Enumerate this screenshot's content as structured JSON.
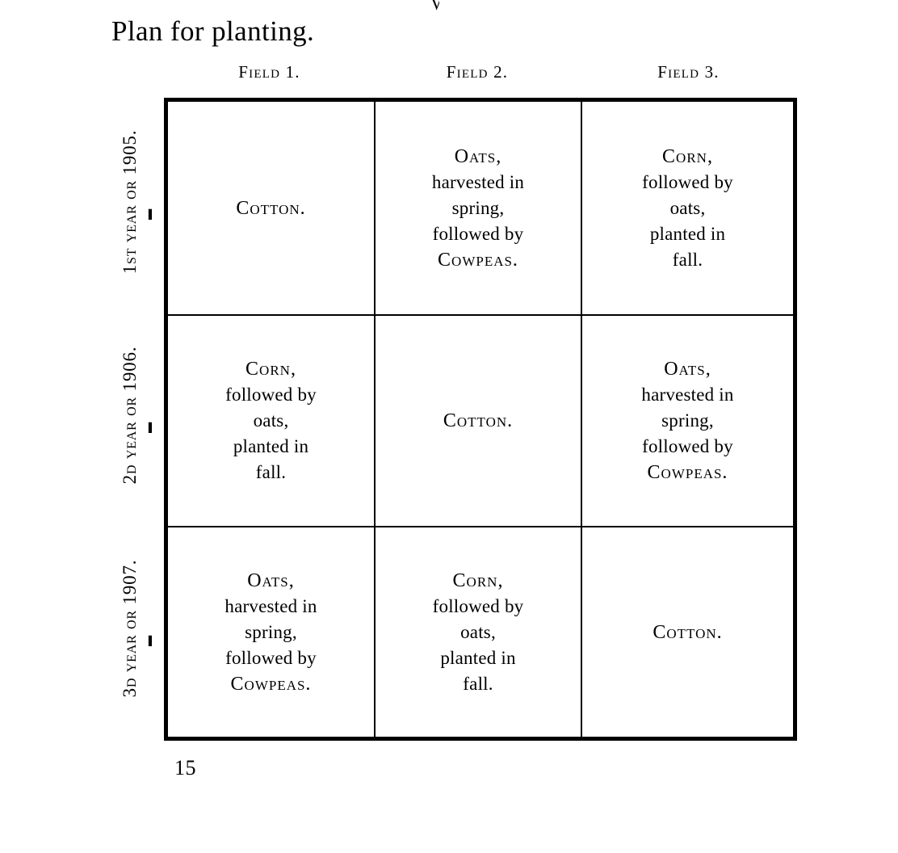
{
  "title": "Plan for planting.",
  "folio": "15",
  "scan_artifact": "y",
  "columns": [
    {
      "label": "Field 1."
    },
    {
      "label": "Field 2."
    },
    {
      "label": "Field 3."
    }
  ],
  "rows": [
    {
      "label": "1st year or 1905.",
      "brace": "{"
    },
    {
      "label": "2d year or 1906.",
      "brace": "{"
    },
    {
      "label": "3d year or 1907.",
      "brace": "{"
    }
  ],
  "cells": {
    "r1c1": {
      "lines": [
        {
          "text": "Cotton.",
          "style": "crop"
        }
      ]
    },
    "r1c2": {
      "lines": [
        {
          "text": "Oats,",
          "style": "crop"
        },
        {
          "text": "harvested  in",
          "style": "desc"
        },
        {
          "text": "spring,",
          "style": "desc"
        },
        {
          "text": "followed by",
          "style": "desc"
        },
        {
          "text": "Cowpeas.",
          "style": "crop"
        }
      ]
    },
    "r1c3": {
      "lines": [
        {
          "text": "Corn,",
          "style": "crop"
        },
        {
          "text": "followed by",
          "style": "desc"
        },
        {
          "text": "oats,",
          "style": "desc"
        },
        {
          "text": "planted in",
          "style": "desc"
        },
        {
          "text": "fall.",
          "style": "desc"
        }
      ]
    },
    "r2c1": {
      "lines": [
        {
          "text": "Corn,",
          "style": "crop"
        },
        {
          "text": "followed by",
          "style": "desc"
        },
        {
          "text": "oats,",
          "style": "desc"
        },
        {
          "text": "planted in",
          "style": "desc"
        },
        {
          "text": "fall.",
          "style": "desc"
        }
      ]
    },
    "r2c2": {
      "lines": [
        {
          "text": "Cotton.",
          "style": "crop"
        }
      ]
    },
    "r2c3": {
      "lines": [
        {
          "text": "Oats,",
          "style": "crop"
        },
        {
          "text": "harvested  in",
          "style": "desc"
        },
        {
          "text": "spring,",
          "style": "desc"
        },
        {
          "text": "followed by",
          "style": "desc"
        },
        {
          "text": "Cowpeas.",
          "style": "crop"
        }
      ]
    },
    "r3c1": {
      "lines": [
        {
          "text": "Oats,",
          "style": "crop"
        },
        {
          "text": "harvested  in",
          "style": "desc"
        },
        {
          "text": "spring,",
          "style": "desc"
        },
        {
          "text": "followed by",
          "style": "desc"
        },
        {
          "text": "Cowpeas.",
          "style": "crop"
        }
      ]
    },
    "r3c2": {
      "lines": [
        {
          "text": "Corn,",
          "style": "crop"
        },
        {
          "text": "followed by",
          "style": "desc"
        },
        {
          "text": "oats,",
          "style": "desc"
        },
        {
          "text": "planted in",
          "style": "desc"
        },
        {
          "text": "fall.",
          "style": "desc"
        }
      ]
    },
    "r3c3": {
      "lines": [
        {
          "text": "Cotton.",
          "style": "crop"
        }
      ]
    }
  }
}
